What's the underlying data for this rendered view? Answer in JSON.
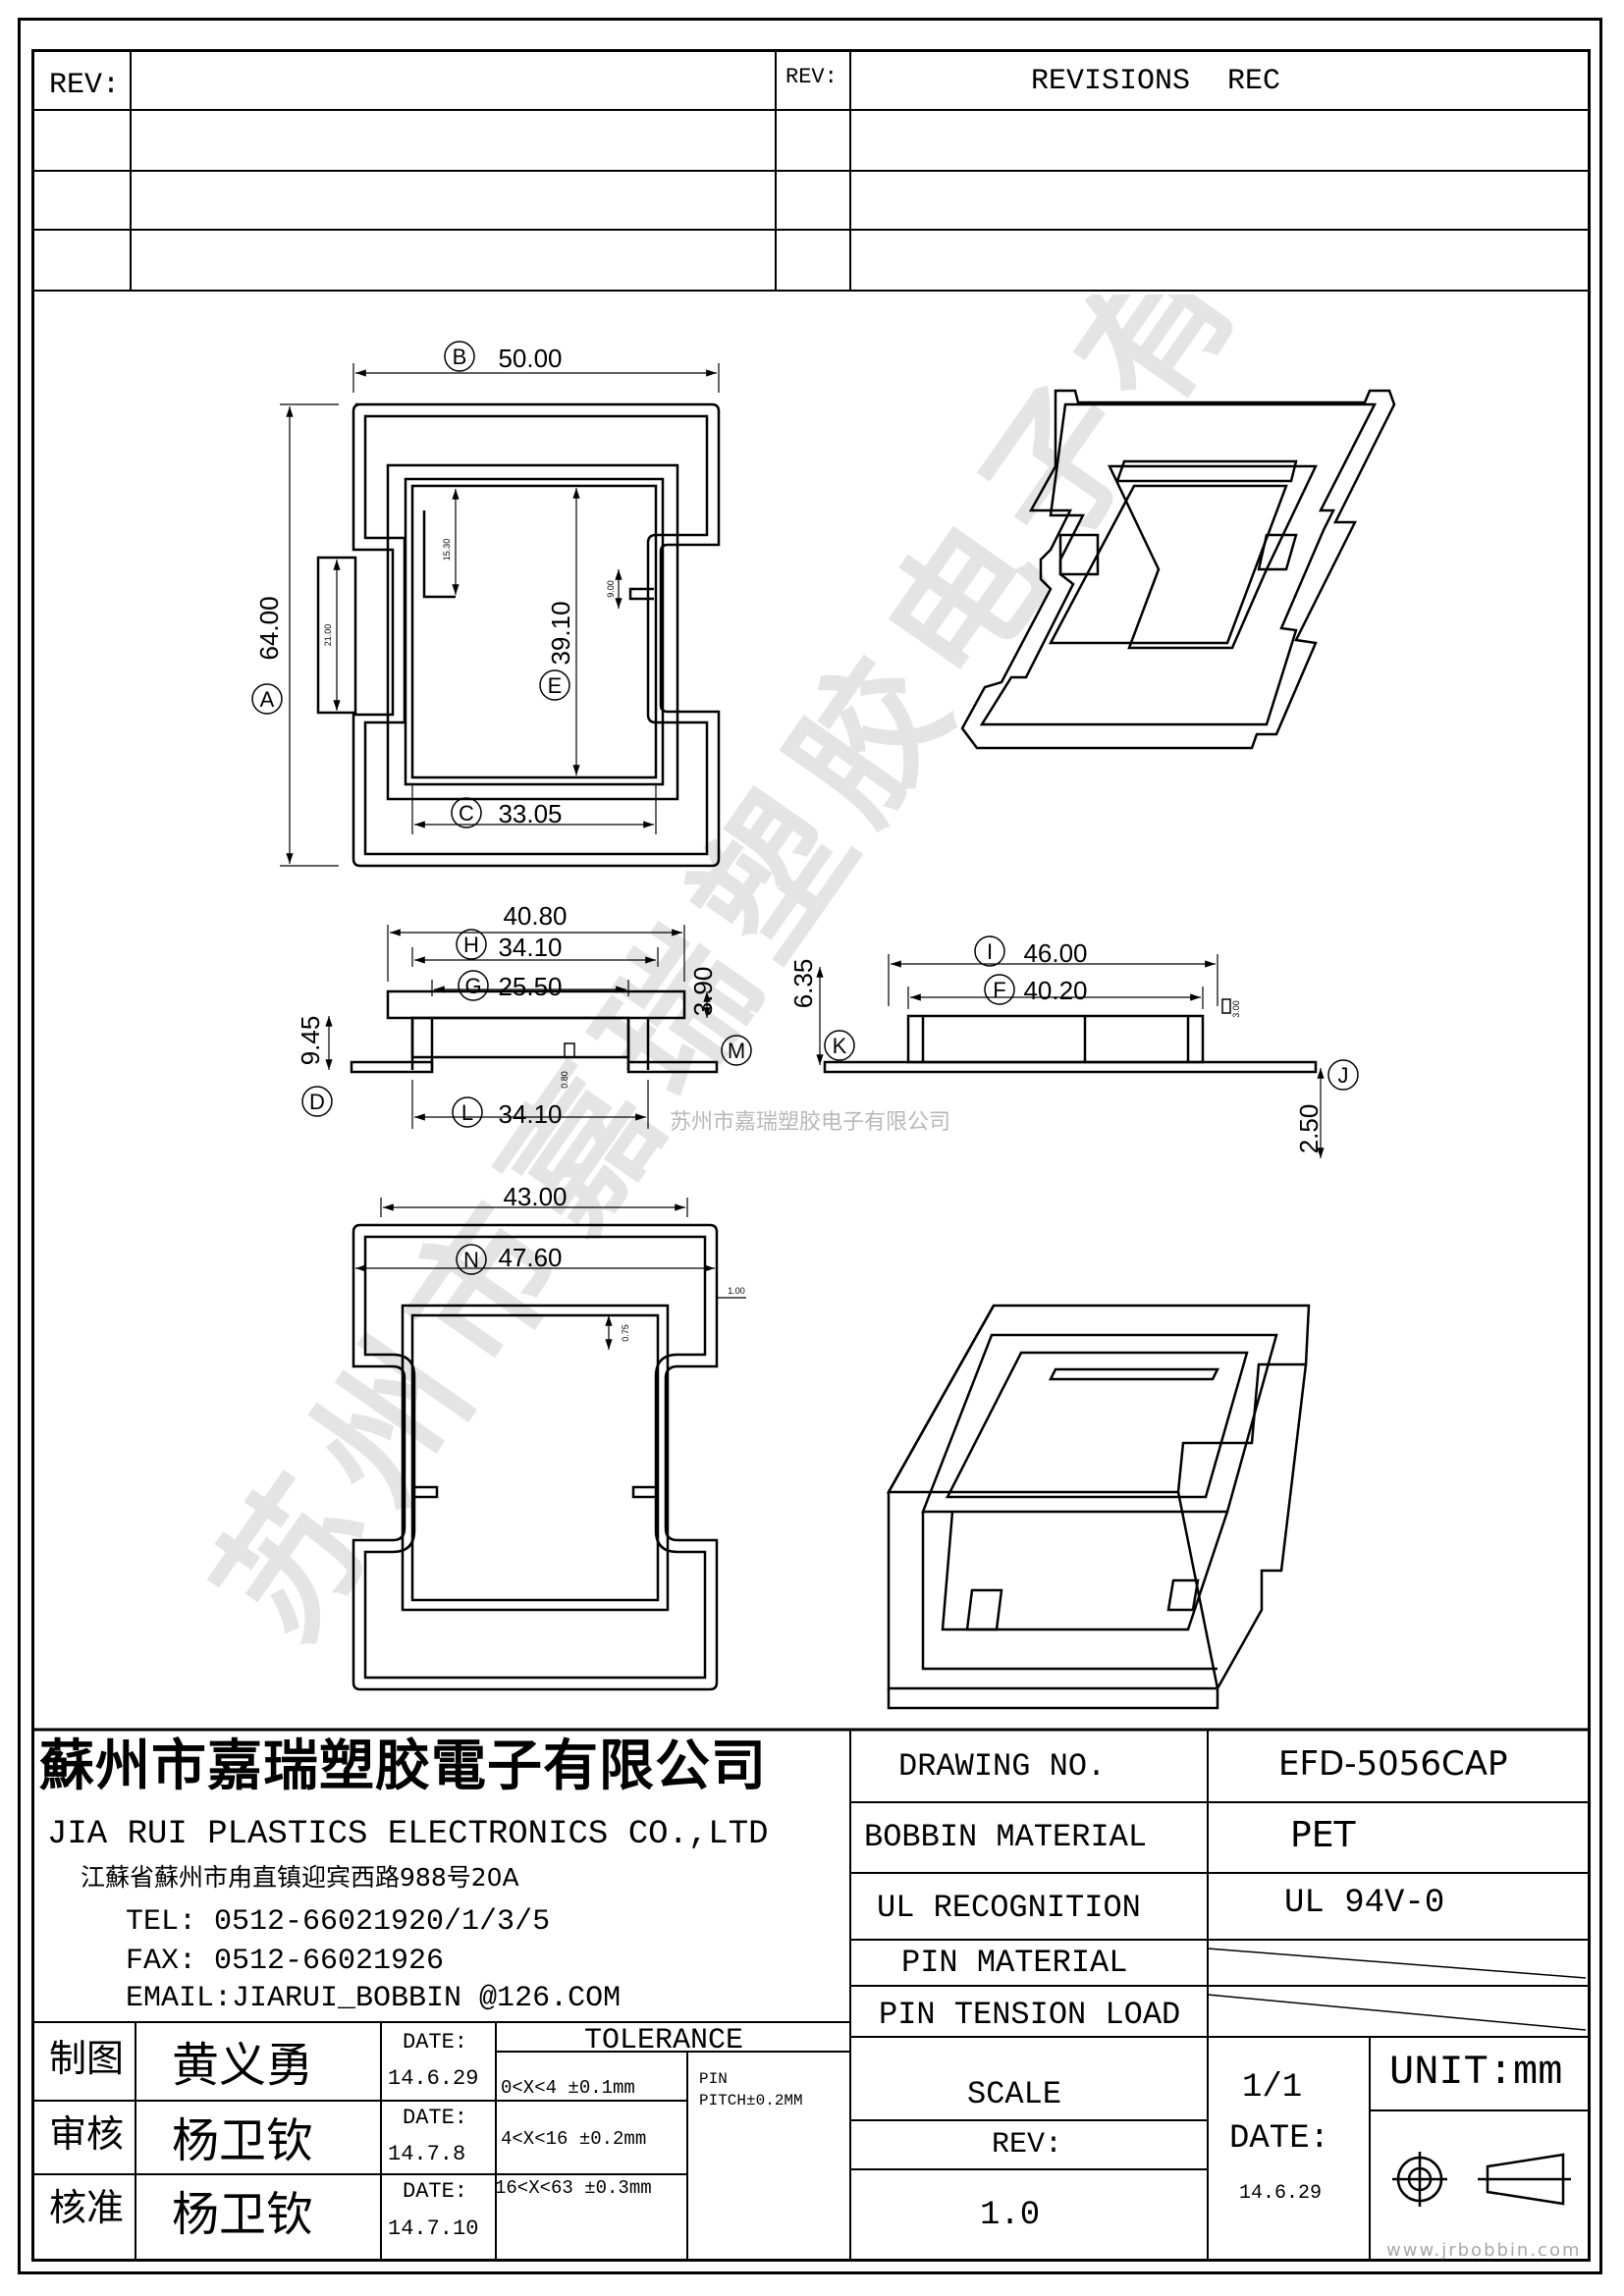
{
  "revisions": {
    "rev_label_left": "REV:",
    "rev_label_right": "REV:",
    "header_title": "REVISIONS",
    "header_rec": "REC"
  },
  "drawing": {
    "top_view": {
      "label_b": "B",
      "dim_b": "50.00",
      "label_a": "A",
      "dim_a": "64.00",
      "label_e": "E",
      "dim_e": "39.10",
      "label_c": "C",
      "dim_c": "33.05",
      "dim_small_1": "15.30",
      "dim_small_2": "21.00",
      "dim_small_3": "9.00"
    },
    "side_view_left": {
      "dim_top": "40.80",
      "label_h": "H",
      "dim_h": "34.10",
      "label_g": "G",
      "dim_g": "25.50",
      "dim_right_v": "3.90",
      "dim_left_v": "9.45",
      "label_d": "D",
      "label_m": "M",
      "label_l": "L",
      "dim_l": "34.10",
      "dim_tiny": "0.80"
    },
    "side_view_right": {
      "label_i": "I",
      "dim_i": "46.00",
      "label_f": "F",
      "dim_f": "40.20",
      "dim_left_v": "6.35",
      "label_k": "K",
      "label_j": "J",
      "dim_bottom_v": "2.50",
      "dim_tiny": "3.00"
    },
    "bottom_view": {
      "dim_top": "43.00",
      "label_n": "N",
      "dim_n": "47.60",
      "dim_small_1": "1.00",
      "dim_small_2": "0.75"
    },
    "watermark_center": "苏州市嘉瑞塑胶电子有限公司",
    "watermark_diagonal": "苏州市嘉瑞塑胶电子有限公司"
  },
  "company": {
    "name_cn": "蘇州市嘉瑞塑胶電子有限公司",
    "name_en": "JIA RUI PLASTICS ELECTRONICS CO.,LTD",
    "address": "江蘇省蘇州市甪直镇迎宾西路988号20A",
    "tel": "TEL: 0512-66021920/1/3/5",
    "fax": "FAX: 0512-66021926",
    "email": "EMAIL:JIARUI_BOBBIN @126.COM"
  },
  "signoff": {
    "rows": [
      {
        "role": "制图",
        "name": "黄义勇",
        "date_label": "DATE:",
        "date": "14.6.29"
      },
      {
        "role": "审核",
        "name": "杨卫钦",
        "date_label": "DATE:",
        "date": "14.7.8"
      },
      {
        "role": "核准",
        "name": "杨卫钦",
        "date_label": "DATE:",
        "date": "14.7.10"
      }
    ]
  },
  "tolerance": {
    "title": "TOLERANCE",
    "lines": [
      "0<X<4  ±0.1mm",
      "4<X<16 ±0.2mm",
      "16<X<63 ±0.3mm"
    ],
    "pin_label": "PIN",
    "pin_pitch": "PITCH±0.2MM"
  },
  "specs": {
    "drawing_no_label": "DRAWING  NO.",
    "drawing_no": "EFD-5056CAP",
    "bobbin_material_label": "BOBBIN  MATERIAL",
    "bobbin_material": "PET",
    "ul_label": "UL RECOGNITION",
    "ul_value": "UL 94V-0",
    "pin_material_label": "PIN MATERIAL",
    "pin_tension_label": "PIN TENSION LOAD",
    "scale_label": "SCALE",
    "scale_value": "1/1",
    "unit": "UNIT:mm",
    "rev_label": "REV:",
    "rev_value": "1.0",
    "date_label": "DATE:",
    "date_value": "14.6.29"
  },
  "footer": {
    "website": "www.jrbobbin.com"
  }
}
